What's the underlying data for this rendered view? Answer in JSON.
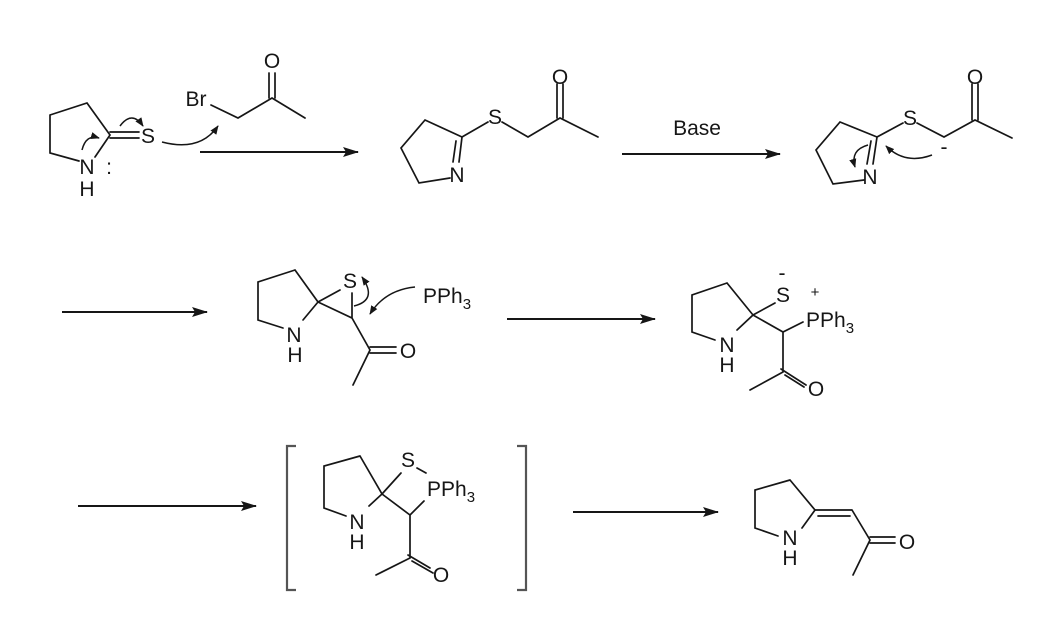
{
  "title": "Reaction mechanism: thiolactam + bromoacetone to enaminone (Eschenmoser sulfide contraction)",
  "colors": {
    "ink": "#161616",
    "bracket": "#555555",
    "background": "#ffffff"
  },
  "atoms": {
    "S": "S",
    "N": "N",
    "H": "H",
    "O": "O",
    "Br": "Br",
    "lone_pair": ":",
    "minus": "-",
    "plus": "+"
  },
  "reagents": {
    "base": "Base",
    "pph3": {
      "main": "PPh",
      "sub": "3"
    }
  }
}
